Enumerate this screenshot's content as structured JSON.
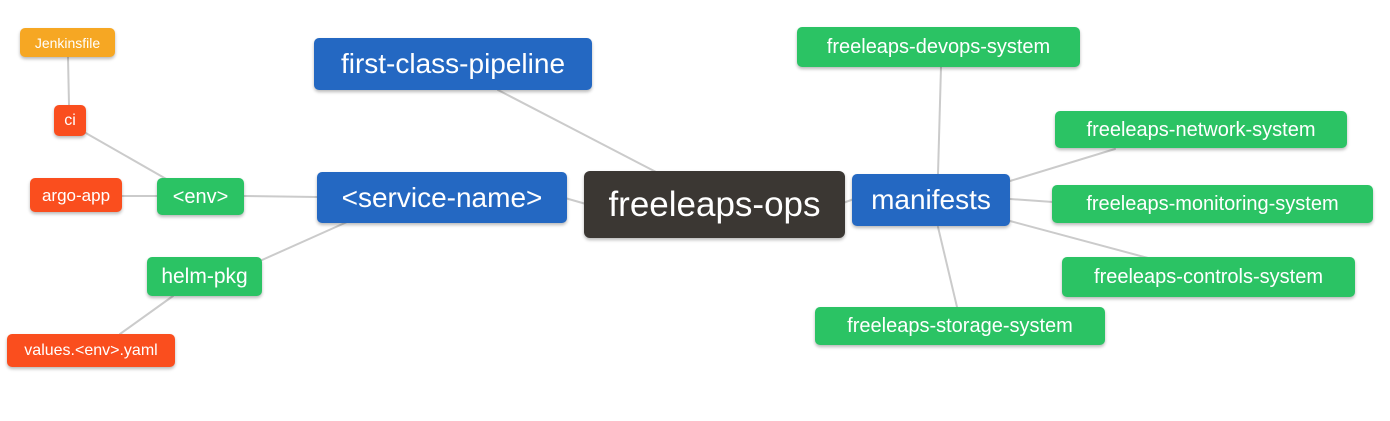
{
  "diagram": {
    "background": "#ffffff",
    "edge_color": "#cbcbcb",
    "text_color": "#ffffff",
    "colors": {
      "root": "#3b3733",
      "primary": "#2468c2",
      "success": "#2bc364",
      "warning": "#f6a723",
      "danger": "#fa4e1e"
    },
    "nodes": {
      "freeleaps_ops": {
        "label": "freeleaps-ops"
      },
      "first_class_pipeline": {
        "label": "first-class-pipeline"
      },
      "service_name": {
        "label": "<service-name>"
      },
      "manifests": {
        "label": "manifests"
      },
      "env": {
        "label": "<env>"
      },
      "helm_pkg": {
        "label": "helm-pkg"
      },
      "ci": {
        "label": "ci"
      },
      "argo_app": {
        "label": "argo-app"
      },
      "jenkinsfile": {
        "label": "Jenkinsfile"
      },
      "values_yaml": {
        "label": "values.<env>.yaml"
      },
      "devops_system": {
        "label": "freeleaps-devops-system"
      },
      "network_system": {
        "label": "freeleaps-network-system"
      },
      "monitoring_system": {
        "label": "freeleaps-monitoring-system"
      },
      "controls_system": {
        "label": "freeleaps-controls-system"
      },
      "storage_system": {
        "label": "freeleaps-storage-system"
      }
    },
    "edges": [
      {
        "from": "ci",
        "to": "jenkinsfile"
      },
      {
        "from": "env",
        "to": "ci"
      },
      {
        "from": "env",
        "to": "argo_app"
      },
      {
        "from": "service_name",
        "to": "env"
      },
      {
        "from": "service_name",
        "to": "helm_pkg"
      },
      {
        "from": "helm_pkg",
        "to": "values_yaml"
      },
      {
        "from": "freeleaps_ops",
        "to": "service_name"
      },
      {
        "from": "freeleaps_ops",
        "to": "first_class_pipeline"
      },
      {
        "from": "freeleaps_ops",
        "to": "manifests"
      },
      {
        "from": "manifests",
        "to": "devops_system"
      },
      {
        "from": "manifests",
        "to": "network_system"
      },
      {
        "from": "manifests",
        "to": "monitoring_system"
      },
      {
        "from": "manifests",
        "to": "controls_system"
      },
      {
        "from": "manifests",
        "to": "storage_system"
      }
    ]
  }
}
